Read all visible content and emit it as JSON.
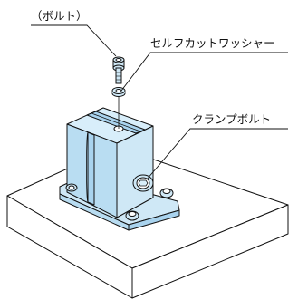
{
  "labels": {
    "bolt": "（ボルト）",
    "washer": "セルフカットワッシャー",
    "clamp_bolt": "クランプボルト"
  },
  "colors": {
    "block_fill": "#cfe8f6",
    "block_dark": "#a9d3ee",
    "base_fill": "#ffffff",
    "stroke": "#111111"
  }
}
